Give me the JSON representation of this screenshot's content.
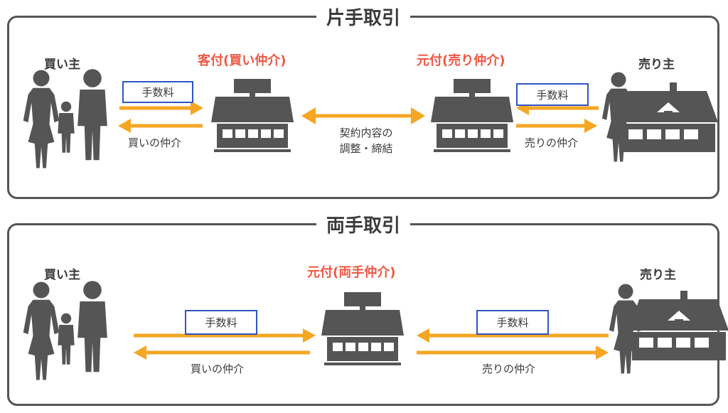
{
  "top": {
    "title": "片手取引",
    "buyer": "買い主",
    "seller": "売り主",
    "buyer_agent": "客付(買い仲介)",
    "seller_agent": "元付(売り仲介)",
    "buyer_fee": "手数料",
    "seller_fee": "手数料",
    "buyer_broker": "買いの仲介",
    "seller_broker": "売りの仲介",
    "center_line1": "契約内容の",
    "center_line2": "調整・締結"
  },
  "bottom": {
    "title": "両手取引",
    "buyer": "買い主",
    "seller": "売り主",
    "agent": "元付(両手仲介)",
    "buyer_fee": "手数料",
    "seller_fee": "手数料",
    "buyer_broker": "買いの仲介",
    "seller_broker": "売りの仲介"
  },
  "colors": {
    "arrow": "#f5a623",
    "role": "#ef5743",
    "fee_border": "#2f54c4",
    "icon": "#555555"
  }
}
